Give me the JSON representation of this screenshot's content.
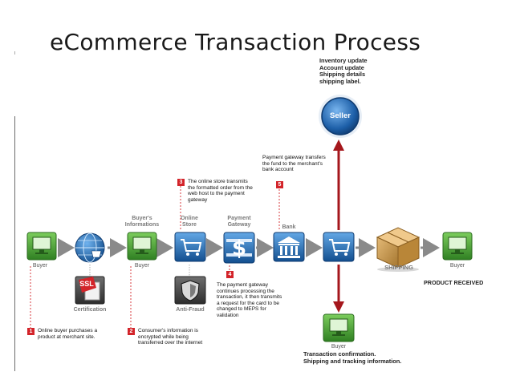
{
  "title": "eCommerce Transaction Process",
  "colors": {
    "green": "#3f9a2e",
    "blue": "#1f6fb8",
    "dark_red": "#a5171c",
    "badge_red": "#d3242a",
    "arrow_gray": "#8a8a8a"
  },
  "labels": {
    "buyer_left": "Buyer",
    "buyers_informations": "Buyer's\nInformations",
    "buyer_mid": "Buyer",
    "online_store": "Online\nStore",
    "payment_gateway": "Payment\nGateway",
    "bank": "Bank",
    "shipping": "SHIPPING",
    "buyer_right": "Buyer",
    "product_received": "PRODUCT RECEIVED",
    "certification": "Certification",
    "ssl": "SSL",
    "anti_fraud": "Anti-Fraud",
    "seller": "Seller",
    "buyer_bottom": "Buyer"
  },
  "notes": {
    "seller_tasks": "Inventory update\nAccount update\nShipping details\nshipping label.",
    "buyer_confirmation": "Transaction confirmation.\nShipping and tracking information."
  },
  "steps": [
    {
      "num": "1",
      "text": "Online buyer purchases a\nproduct at merchant site."
    },
    {
      "num": "2",
      "text": "Consumer's information is\nencrypted while being\ntransferred over the internet"
    },
    {
      "num": "3",
      "text": "The online store transmits\nthe formatted order from the\nweb host to the payment\ngateway"
    },
    {
      "num": "4",
      "text": "The payment gateway\ncontinues processing the\ntransaction, it then transmits\na request for the card to be\nchanged to MEPS for\nvalidation"
    },
    {
      "num": "5",
      "text": "Payment gateway transfers\nthe fund to the merchant's\nbank account"
    }
  ],
  "icons": {
    "buyer": "computer-monitor-icon",
    "globe": "globe-cart-icon",
    "cart": "shopping-cart-icon",
    "gateway": "dollar-sign-icon",
    "bank": "bank-building-icon",
    "box": "cardboard-box-icon",
    "ssl": "ssl-certificate-icon",
    "shield": "shield-icon"
  }
}
